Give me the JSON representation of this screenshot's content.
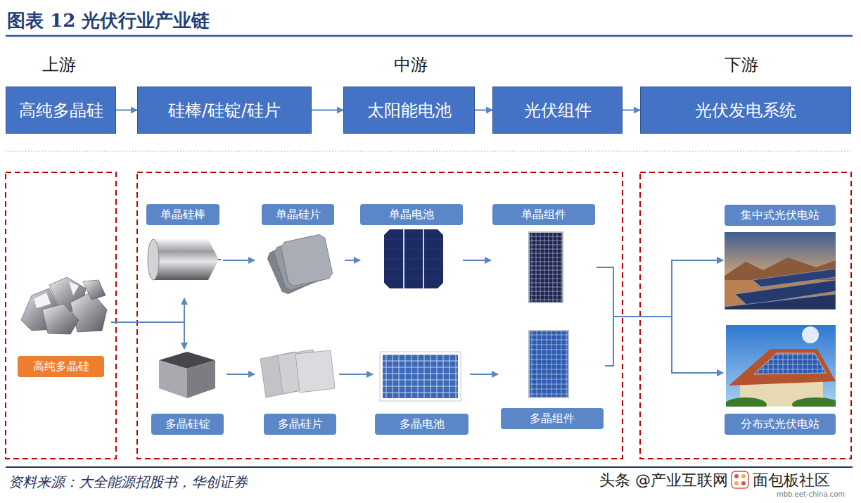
{
  "diagram": {
    "title": "图表 12 光伏行业产业链",
    "caption": "资料来源：大全能源招股书，华创证券",
    "nodes": [
      {
        "text": [
          "高纯多晶硅"
        ]
      },
      {
        "text": [
          "硅棒/硅锭/硅片"
        ]
      },
      {
        "text": [
          "太阳能电池"
        ]
      },
      {
        "text": [
          "光伏组件"
        ]
      },
      {
        "text": [
          "光伏发电系统"
        ]
      },
      {
        "text": [
          "高纯多晶硅"
        ]
      },
      {
        "text": [
          "单晶硅棒"
        ]
      },
      {
        "text": [
          "单晶硅片"
        ]
      },
      {
        "text": [
          "单晶电池"
        ]
      },
      {
        "text": [
          "单晶组件"
        ]
      },
      {
        "text": [
          "集中式光伏电站"
        ]
      },
      {
        "text": [
          "多晶硅锭"
        ]
      },
      {
        "text": [
          "多晶硅片"
        ]
      },
      {
        "text": [
          "多晶电池"
        ]
      },
      {
        "text": [
          "多晶组件"
        ]
      },
      {
        "text": [
          "分布式光伏电站"
        ]
      }
    ],
    "edges": [
      {
        "from": 0,
        "to": 1,
        "arrow": "to"
      },
      {
        "from": 1,
        "to": 2,
        "arrow": "to"
      },
      {
        "from": 2,
        "to": 3,
        "arrow": "to"
      },
      {
        "from": 3,
        "to": 4,
        "arrow": "to"
      },
      {
        "from": 5,
        "to": 6,
        "arrow": "to"
      },
      {
        "from": 5,
        "to": 11,
        "arrow": "to"
      },
      {
        "from": 6,
        "to": 7,
        "arrow": "to"
      },
      {
        "from": 7,
        "to": 8,
        "arrow": "to"
      },
      {
        "from": 8,
        "to": 9,
        "arrow": "to"
      },
      {
        "from": 11,
        "to": 12,
        "arrow": "to"
      },
      {
        "from": 12,
        "to": 13,
        "arrow": "to"
      },
      {
        "from": 13,
        "to": 14,
        "arrow": "to"
      },
      {
        "from": 9,
        "to": 10,
        "arrow": "to"
      },
      {
        "from": 9,
        "to": 15,
        "arrow": "to"
      },
      {
        "from": 14,
        "to": 10,
        "arrow": "to"
      },
      {
        "from": 14,
        "to": 15,
        "arrow": "to"
      }
    ],
    "labels": [
      "上游",
      "中游",
      "下游",
      "头条 @产业互联网",
      "面包板社区",
      "mbb.eet-china.com"
    ]
  }
}
